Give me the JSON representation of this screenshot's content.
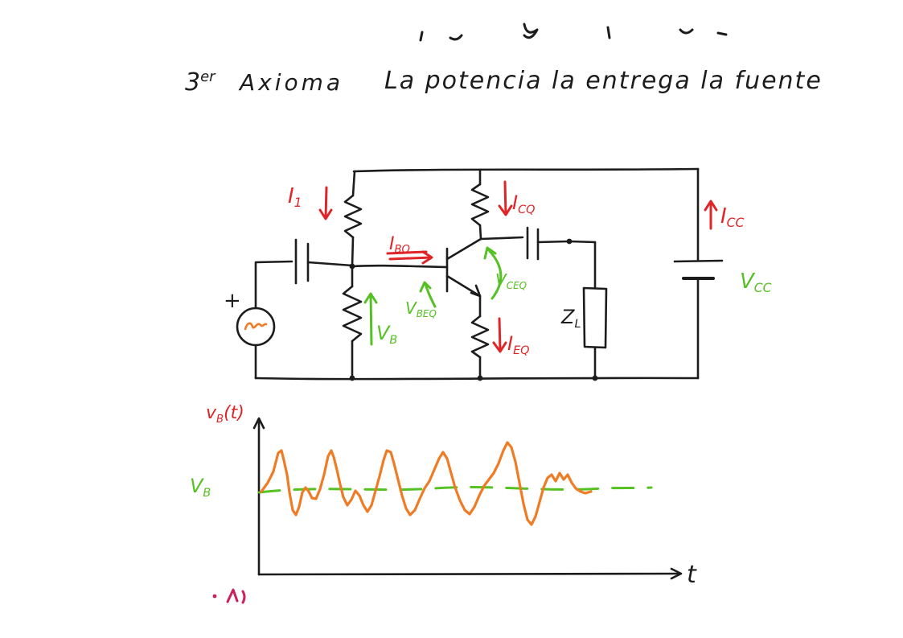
{
  "colors": {
    "ink": "#1c1c1c",
    "red": "#e02528",
    "green": "#55c122",
    "orange": "#ef7b25",
    "magenta": "#cc2060",
    "background": "#ffffff"
  },
  "title": {
    "number": "3",
    "ordinal": "er",
    "word": "Axioma",
    "statement": "La potencia la entrega la fuente"
  },
  "circuit": {
    "labels": {
      "i1": {
        "base": "I",
        "sub": "1"
      },
      "ibq": {
        "base": "I",
        "sub": "BQ"
      },
      "icq": {
        "base": "I",
        "sub": "CQ"
      },
      "ieq": {
        "base": "I",
        "sub": "EQ"
      },
      "icc": {
        "base": "I",
        "sub": "CC"
      },
      "vb": {
        "base": "V",
        "sub": "B"
      },
      "vbeq": {
        "base": "V",
        "sub": "BEQ"
      },
      "vceq": {
        "base": "V",
        "sub": "CEQ"
      },
      "vcc": {
        "base": "V",
        "sub": "CC"
      },
      "zl": {
        "base": "Z",
        "sub": "L"
      },
      "source_plus": "+"
    }
  },
  "plot": {
    "y_label": {
      "base": "v",
      "sub": "B",
      "suffix": "(t)"
    },
    "level_label": {
      "base": "V",
      "sub": "B"
    },
    "x_label": "t"
  }
}
